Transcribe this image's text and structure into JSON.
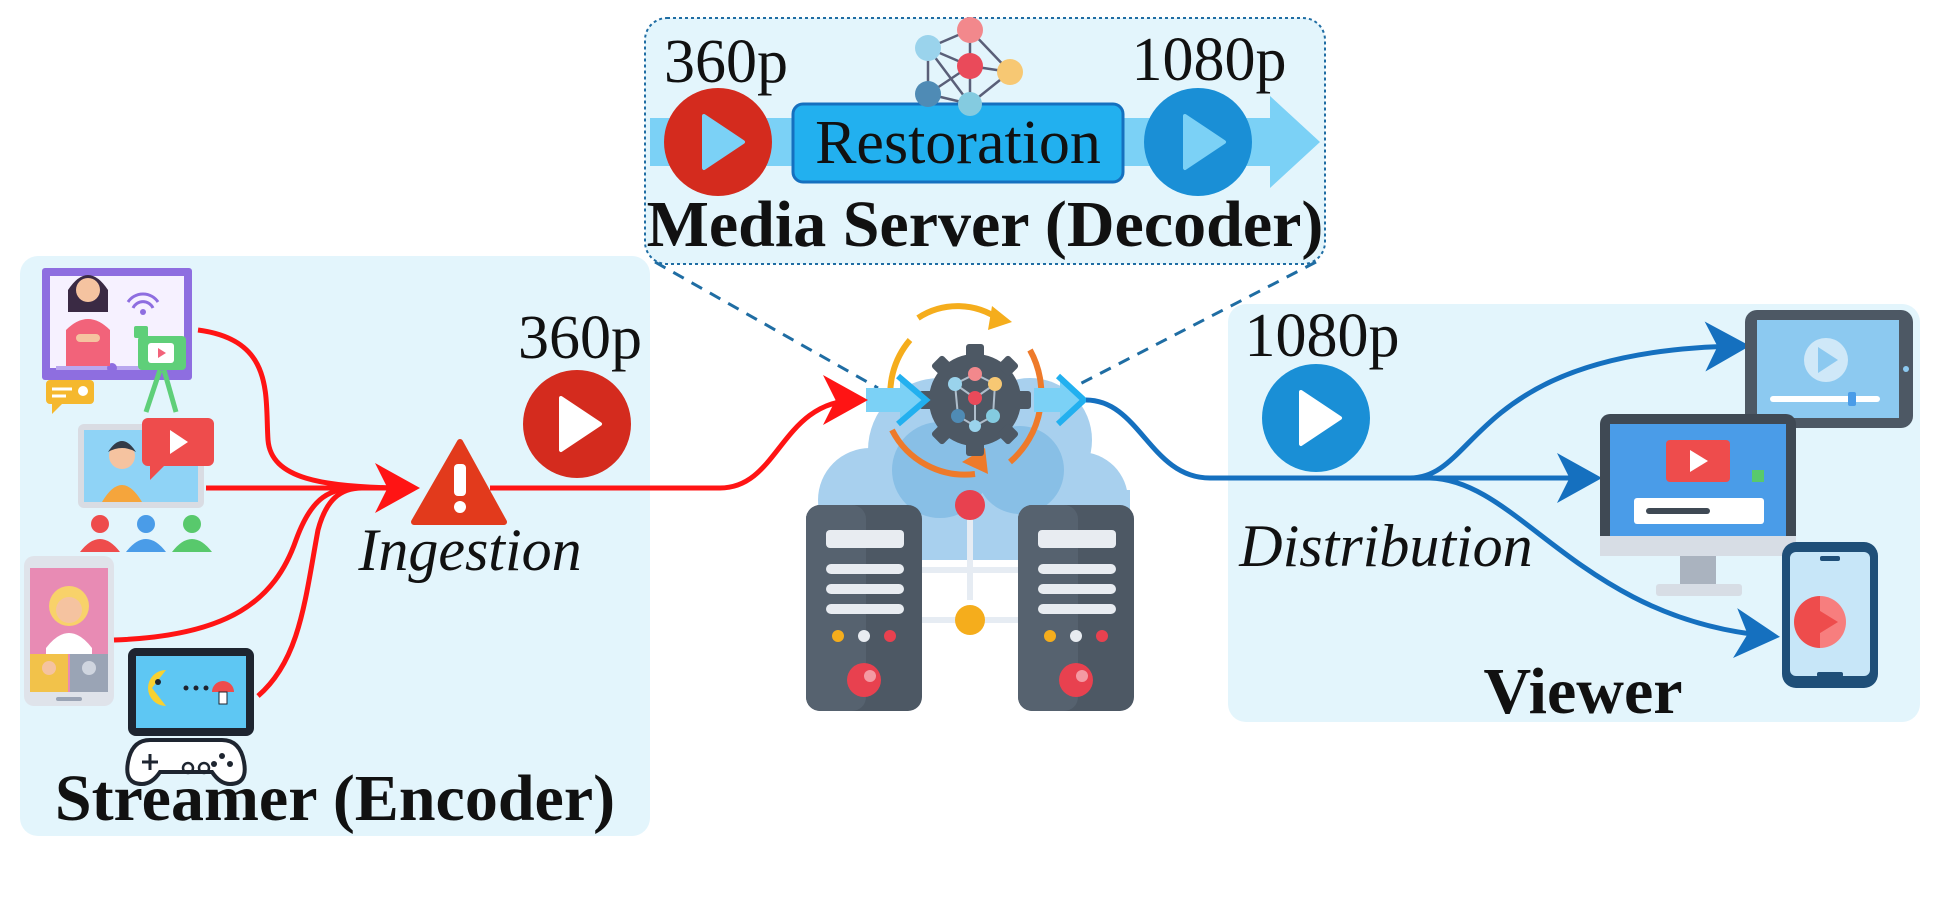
{
  "diagram": {
    "title_streamer": "Streamer (Encoder)",
    "title_server": "Media Server (Decoder)",
    "title_viewer": "Viewer",
    "label_ingestion": "Ingestion",
    "label_distribution": "Distribution",
    "label_restoration": "Restoration",
    "res_low_ingest": "360p",
    "res_high_distribution": "1080p",
    "res_low_server": "360p",
    "res_high_server": "1080p"
  },
  "colors": {
    "panel_fill": "#e3f5fc",
    "low_res_red": "#d42b1e",
    "high_res_blue": "#1a8fd6",
    "ingest_arrow": "#ff1414",
    "distribution_arrow": "#1570bf",
    "restoration_box": "#22b0ef",
    "server_box_border": "#1f6da3"
  },
  "icons": {
    "streamer_sources": [
      "teacher-presentation-icon",
      "video-chat-icon",
      "mobile-livestream-icon",
      "gamepad-icon"
    ],
    "ingest_warning": "warning-triangle-icon",
    "play_buttons": "play-icon",
    "server": "cloud-server-ai-icon",
    "neural_network": "neural-network-icon",
    "viewer_devices": [
      "tablet-icon",
      "desktop-monitor-icon",
      "smartphone-icon"
    ]
  }
}
